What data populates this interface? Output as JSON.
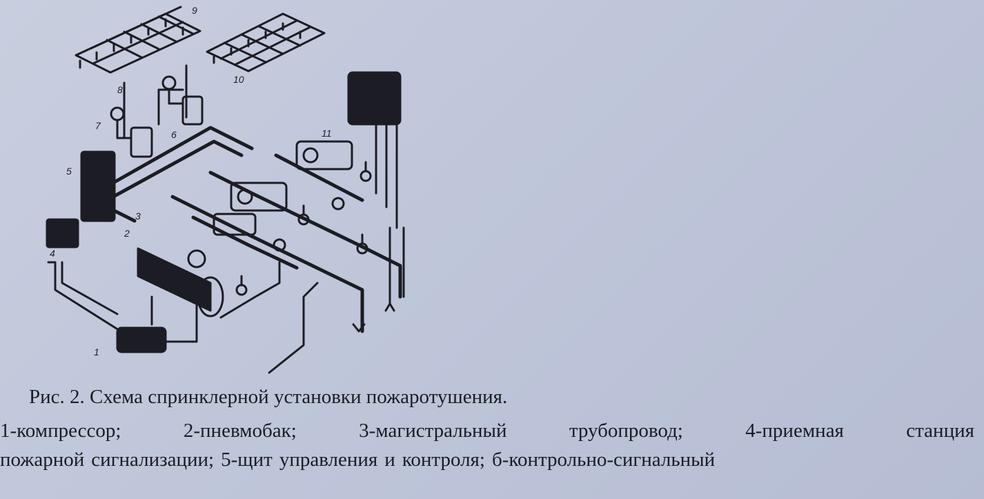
{
  "figure": {
    "caption": "Рис. 2. Схема спринклерной установки пожаротушения.",
    "callouts": [
      "1",
      "2",
      "3",
      "4",
      "5",
      "6",
      "7",
      "8",
      "9",
      "10",
      "11"
    ]
  },
  "legend": {
    "line1_words": [
      "1-компрессор;",
      "2-пневмобак;",
      "3-магистральный",
      "трубопровод;",
      "4-приемная",
      "станция"
    ],
    "line2_words": [
      "пожарной",
      "сигнализации;",
      "5-щит",
      "управления",
      "и",
      "контроля;",
      "б-контрольно-сигнальный"
    ]
  },
  "colors": {
    "ink": "#1c1c24",
    "paper": "#c4cadc"
  }
}
